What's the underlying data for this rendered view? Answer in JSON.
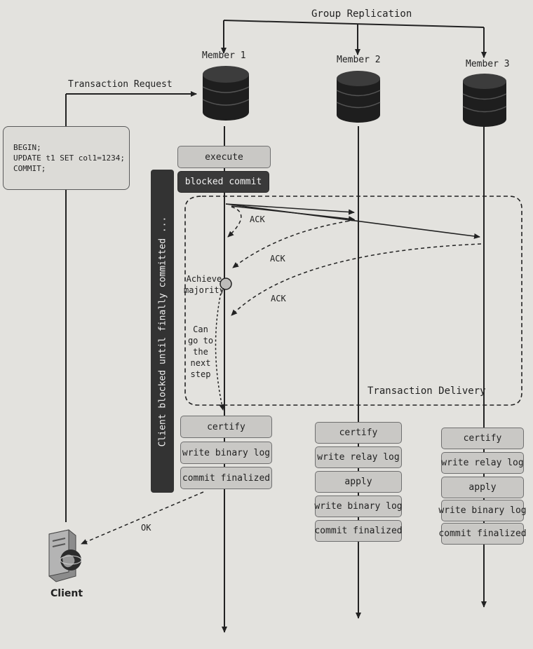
{
  "header": {
    "group_label": "Group Replication"
  },
  "members": [
    "Member 1",
    "Member 2",
    "Member 3"
  ],
  "client": {
    "request_label": "Transaction Request",
    "code_lines": [
      "BEGIN;",
      "UPDATE t1 SET col1=1234;",
      "COMMIT;"
    ],
    "label": "Client",
    "ok_label": "OK"
  },
  "member1": {
    "execute": "execute",
    "blocked_commit": "blocked commit",
    "steps": [
      "certify",
      "write binary log",
      "commit finalized"
    ]
  },
  "member2": {
    "steps": [
      "certify",
      "write relay log",
      "apply",
      "write binary log",
      "commit finalized"
    ]
  },
  "member3": {
    "steps": [
      "certify",
      "write relay log",
      "apply",
      "write binary log",
      "commit finalized"
    ]
  },
  "blocked_bar": "Client blocked until finally committed ...",
  "delivery": {
    "title": "Transaction Delivery",
    "ack": [
      "ACK",
      "ACK",
      "ACK"
    ],
    "achieve_line1": "Achieve",
    "achieve_line2": "majority",
    "next_lines": [
      "Can",
      "go to",
      "the",
      "next",
      "step"
    ]
  }
}
